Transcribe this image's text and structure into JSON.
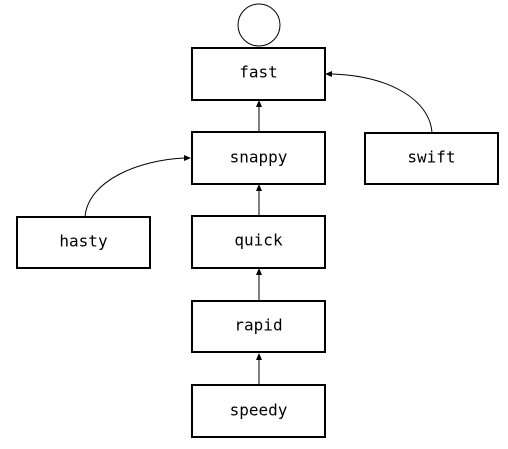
{
  "diagram": {
    "nodes": {
      "fast": "fast",
      "snappy": "snappy",
      "swift": "swift",
      "hasty": "hasty",
      "quick": "quick",
      "rapid": "rapid",
      "speedy": "speedy"
    },
    "edges": [
      {
        "from": "fast",
        "to": "fast"
      },
      {
        "from": "snappy",
        "to": "fast"
      },
      {
        "from": "swift",
        "to": "fast"
      },
      {
        "from": "hasty",
        "to": "snappy"
      },
      {
        "from": "quick",
        "to": "snappy"
      },
      {
        "from": "rapid",
        "to": "quick"
      },
      {
        "from": "speedy",
        "to": "rapid"
      }
    ]
  }
}
